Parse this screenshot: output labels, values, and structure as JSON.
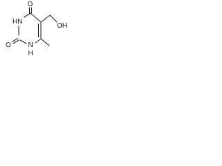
{
  "molecule": {
    "atoms": {
      "o_top": "O",
      "hn_left": "HN",
      "oh_right": "OH",
      "o_left": "O",
      "nh_bottom": "N",
      "h_bottom": "H"
    },
    "colors": {
      "bond": "#222222",
      "label": "#1a1a1a",
      "background": "#ffffff"
    }
  }
}
